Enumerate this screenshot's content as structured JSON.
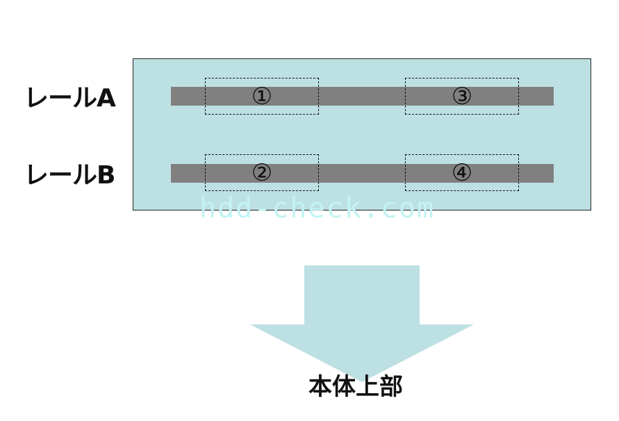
{
  "colors": {
    "board_fill": "#bde0e3",
    "rail": "#808080",
    "arrow": "#bde0e3",
    "watermark": "#c4f3f3"
  },
  "rails": [
    {
      "label": "レールA",
      "slots": [
        "①",
        "③"
      ]
    },
    {
      "label": "レールB",
      "slots": [
        "②",
        "④"
      ]
    }
  ],
  "watermark": "hdd-check.com",
  "arrow": {
    "label": "本体上部",
    "icon": "down-arrow-icon"
  }
}
